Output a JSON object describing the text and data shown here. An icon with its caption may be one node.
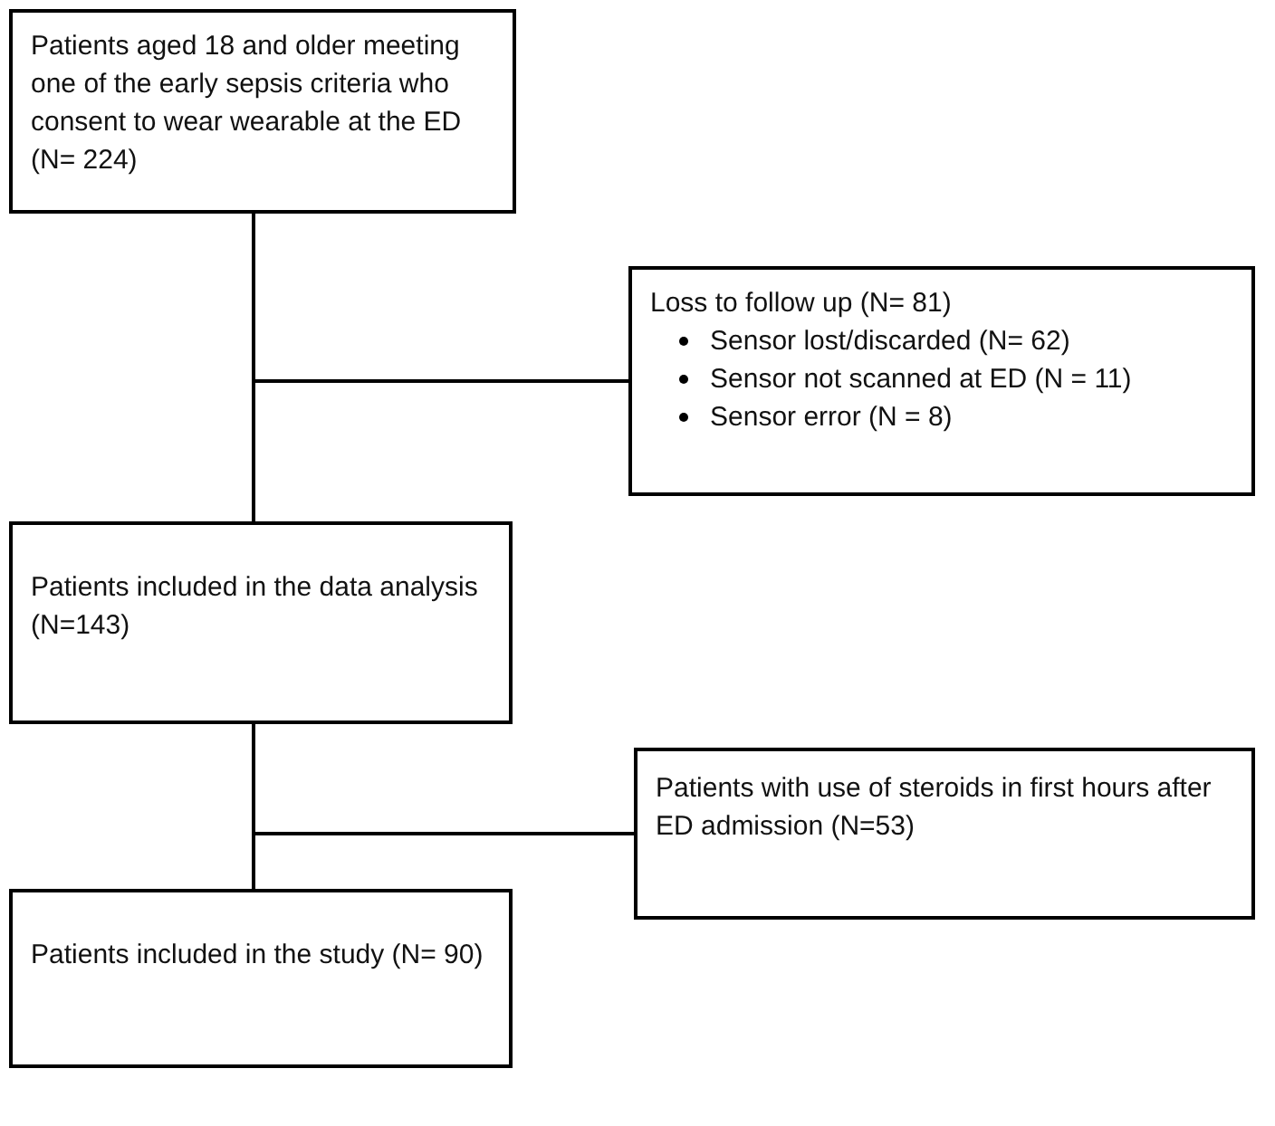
{
  "diagram": {
    "nodes": [
      {
        "text": [
          "Patients aged 18 and older meeting one of the early sepsis criteria who consent to wear wearable at the ED (N= 224)"
        ]
      },
      {
        "text": [
          "Loss to follow up (N= 81)",
          "Sensor lost/discarded (N= 62)",
          "Sensor not scanned at ED (N = 11)",
          "Sensor error (N = 8)"
        ]
      },
      {
        "text": [
          "Patients included in the data analysis (N=143)"
        ]
      },
      {
        "text": [
          "Patients with use of steroids in first hours after ED admission (N=53)"
        ]
      },
      {
        "text": [
          "Patients included in the study (N= 90)"
        ]
      }
    ],
    "edges": [
      {
        "from": 0,
        "to": 2,
        "arrow": "none"
      },
      {
        "from": 0,
        "to": 1,
        "arrow": "none"
      },
      {
        "from": 2,
        "to": 4,
        "arrow": "none"
      },
      {
        "from": 2,
        "to": 3,
        "arrow": "none"
      }
    ]
  }
}
